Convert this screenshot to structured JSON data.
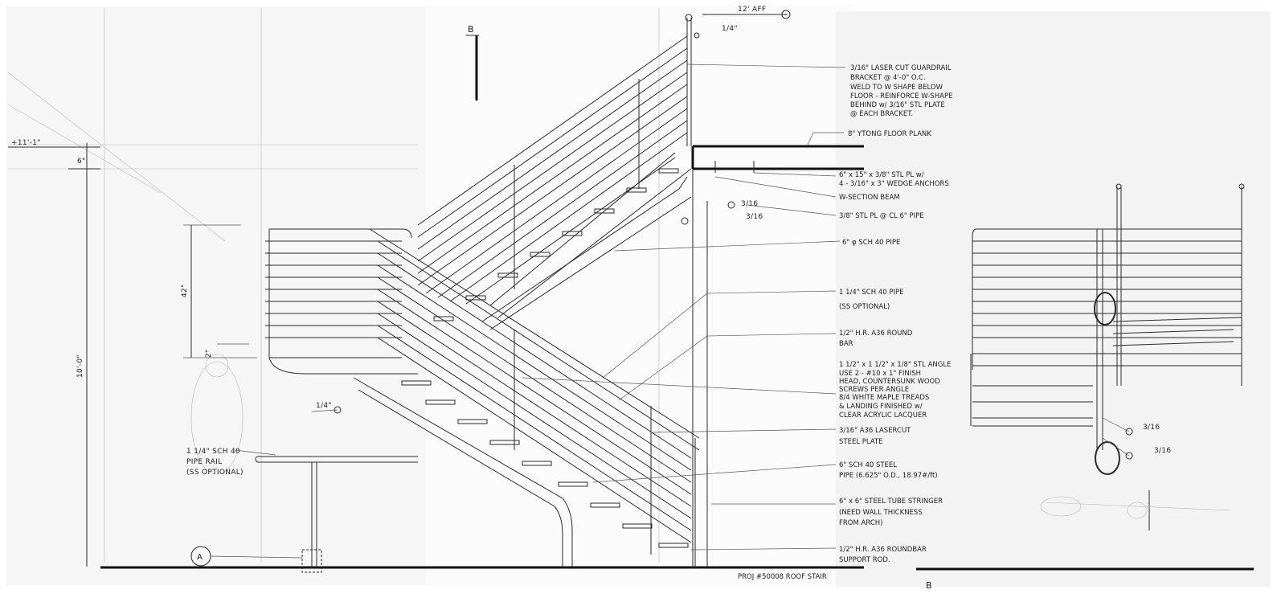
{
  "sections": {
    "left_marker": "A",
    "mid_marker": "B",
    "right_marker": "B"
  },
  "elevation": {
    "top": "12' AFF",
    "left_mark": "+11'-1\"",
    "dim_small": "6\"",
    "rail_height": "42\"",
    "overall_height": "10'-0\"",
    "small_dim": "2\"",
    "weld": "1/4\"",
    "top_weld": "1/4\""
  },
  "left_callout": {
    "line1": "1 1/4\" SCH 40",
    "line2": "PIPE RAIL",
    "line3": "(SS OPTIONAL)"
  },
  "callouts": [
    {
      "id": "guardrail",
      "lines": [
        "3/16\" LASER CUT GUARDRAIL",
        "BRACKET @ 4'-0\" O.C.",
        "WELD TO W SHAPE BELOW",
        "FLOOR - REINFORCE W-SHAPE",
        "BEHIND w/ 3/16\" STL PLATE",
        "@ EACH BRACKET."
      ]
    },
    {
      "id": "floor-plank",
      "lines": [
        "8\" YTONG FLOOR PLANK"
      ]
    },
    {
      "id": "stl-plate",
      "lines": [
        "6\" x 15\" x 3/8\" STL PL w/",
        "4 - 3/16\" x 3\" WEDGE ANCHORS"
      ]
    },
    {
      "id": "w-section",
      "lines": [
        "W-SECTION BEAM"
      ]
    },
    {
      "id": "pipe-plate",
      "lines": [
        "3/8\" STL PL @ CL 6\" PIPE"
      ]
    },
    {
      "id": "pipe-6",
      "lines": [
        "6\" φ SCH 40 PIPE"
      ]
    },
    {
      "id": "pipe-114",
      "lines": [
        "1 1/4\" SCH 40 PIPE",
        "(SS OPTIONAL)"
      ]
    },
    {
      "id": "round-bar",
      "lines": [
        "1/2\" H.R. A36 ROUND",
        "BAR"
      ]
    },
    {
      "id": "angle",
      "lines": [
        "1 1/2\" x 1 1/2\" x 1/8\" STL ANGLE",
        "USE 2 - #10 x 1\" FINISH",
        "HEAD, COUNTERSUNK WOOD",
        "SCREWS PER ANGLE"
      ]
    },
    {
      "id": "treads",
      "lines": [
        "8/4 WHITE MAPLE TREADS",
        "& LANDING FINISHED w/",
        "CLEAR ACRYLIC LACQUER"
      ]
    },
    {
      "id": "lasercut",
      "lines": [
        "3/16\" A36 LASERCUT",
        "STEEL PLATE"
      ]
    },
    {
      "id": "steel-pipe",
      "lines": [
        "6\" SCH 40 STEEL",
        "PIPE (6.625\" O.D., 18.97#/ft)"
      ]
    },
    {
      "id": "tube",
      "lines": [
        "6\" x 6\" STEEL TUBE STRINGER",
        "(NEED WALL THICKNESS",
        "FROM ARCH)"
      ]
    },
    {
      "id": "support-rod",
      "lines": [
        "1/2\" H.R. A36 ROUNDBAR",
        "SUPPORT ROD."
      ]
    }
  ],
  "weld_marks": {
    "right_upper": "3/16",
    "right_lower": "3/16",
    "mid_upper": "3/16",
    "mid_lower": "3/16"
  },
  "title_block": "PROJ #50008 ROOF STAIR",
  "colors": {
    "ink": "#2a2a2a",
    "paper": "#ffffff",
    "paper_shade": "#f2f2f2"
  }
}
